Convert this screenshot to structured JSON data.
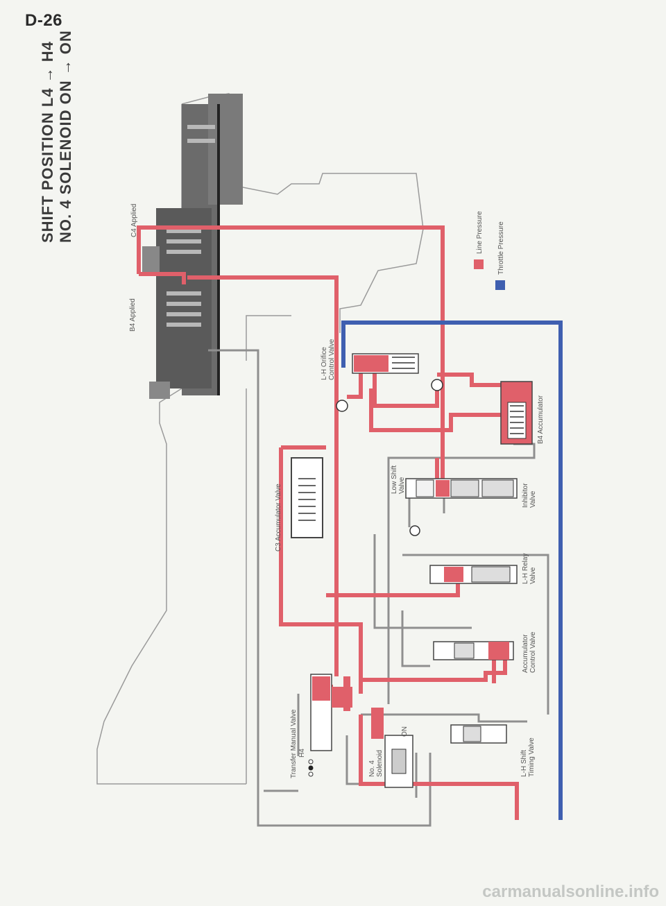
{
  "page_number": "D-26",
  "title": {
    "line1": "SHIFT POSITION L4 → H4",
    "line2": "NO. 4 SOLENOID ON → ON"
  },
  "labels": {
    "c4_applied": "C4 Applied",
    "b4_applied": "B4 Applied",
    "lh_orifice": [
      "L-H Orifice",
      "Control Valve"
    ],
    "b4_accumulator": "B4 Accumulator",
    "c3_accumulator": "C3 Accumulator Valve",
    "low_shift": [
      "Low Shift",
      "Valve"
    ],
    "inhibitor": [
      "Inhibitor",
      "Valve"
    ],
    "lh_relay": [
      "L-H Relay",
      "Valve"
    ],
    "accumulator_control": [
      "Accumulator",
      "Control Valve"
    ],
    "transfer_manual": "Transfer Manual Valve",
    "h4": "H4",
    "no4_solenoid": [
      "No. 4",
      "Solenoid"
    ],
    "on": "ON",
    "lh_shift_timing": [
      "L-H Shift",
      "Timing Valve"
    ]
  },
  "legend": [
    {
      "label": "Line Pressure",
      "color": "#e0606a"
    },
    {
      "label": "Throttle Pressure",
      "color": "#3f5fb0"
    }
  ],
  "colors": {
    "line_pressure": "#e0606a",
    "throttle_pressure": "#3f5fb0",
    "outline": "#8a8a8a"
  },
  "watermark": "carmanualsonline.info"
}
